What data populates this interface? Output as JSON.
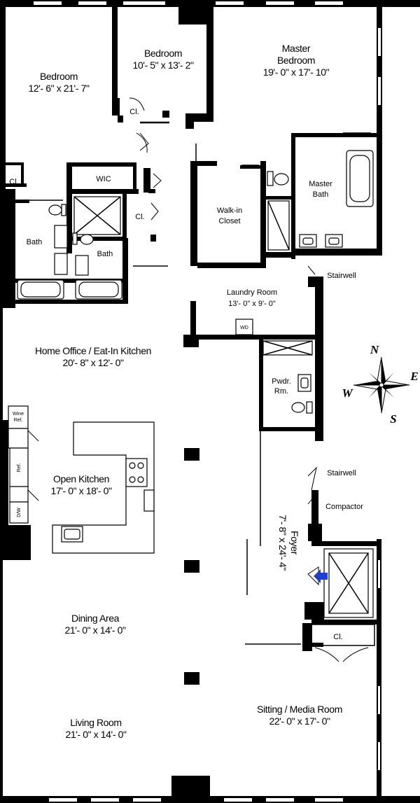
{
  "rooms": {
    "bedroom_1": {
      "name": "Bedroom",
      "dims": "12'- 6\" x 21'- 7\""
    },
    "bedroom_2": {
      "name": "Bedroom",
      "dims": "10'- 5\" x 13'- 2\""
    },
    "master_bedroom": {
      "name_line1": "Master",
      "name_line2": "Bedroom",
      "dims": "19'- 0\" x 17'- 10\""
    },
    "closet_bed2": {
      "name": "Cl."
    },
    "closet_left": {
      "name": "Cl."
    },
    "wic": {
      "name": "WIC"
    },
    "closet_mid": {
      "name": "Cl."
    },
    "walkin_closet": {
      "name_line1": "Walk-in",
      "name_line2": "Closet"
    },
    "master_bath": {
      "name_line1": "Master",
      "name_line2": "Bath"
    },
    "bath_1": {
      "name": "Bath"
    },
    "bath_2": {
      "name": "Bath"
    },
    "stairwell_1": {
      "name": "Stairwell"
    },
    "laundry_room": {
      "name": "Laundry Room",
      "dims": "13'- 0\" x 9'- 0\""
    },
    "washer_dryer": {
      "name": "WD"
    },
    "home_office": {
      "name": "Home Office / Eat-In Kitchen",
      "dims": "20'- 8\" x 12'- 0\""
    },
    "powder_room": {
      "name_line1": "Pwdr.",
      "name_line2": "Rm."
    },
    "wine_ref": {
      "name_line1": "Wine",
      "name_line2": "Ref."
    },
    "ref": {
      "name": "Ref."
    },
    "dw": {
      "name": "D/W"
    },
    "open_kitchen": {
      "name": "Open Kitchen",
      "dims": "17'- 0\" x 18'- 0\""
    },
    "stairwell_2": {
      "name": "Stairwell"
    },
    "compactor": {
      "name": "Compactor"
    },
    "foyer": {
      "name": "Foyer",
      "dims": "7'- 8\" x 24'- 4\""
    },
    "closet_foyer": {
      "name": "Cl."
    },
    "dining_area": {
      "name": "Dining Area",
      "dims": "21'- 0\" x 14'- 0\""
    },
    "sitting_room": {
      "name": "Sitting / Media Room",
      "dims": "22'- 0\" x 17'- 0\""
    },
    "living_room": {
      "name": "Living Room",
      "dims": "21'- 0\" x 14'- 0\""
    }
  },
  "compass": {
    "n": "N",
    "e": "E",
    "s": "S",
    "w": "W"
  },
  "colors": {
    "wall": "#000000",
    "entry_arrow": "#1f3fd1"
  }
}
